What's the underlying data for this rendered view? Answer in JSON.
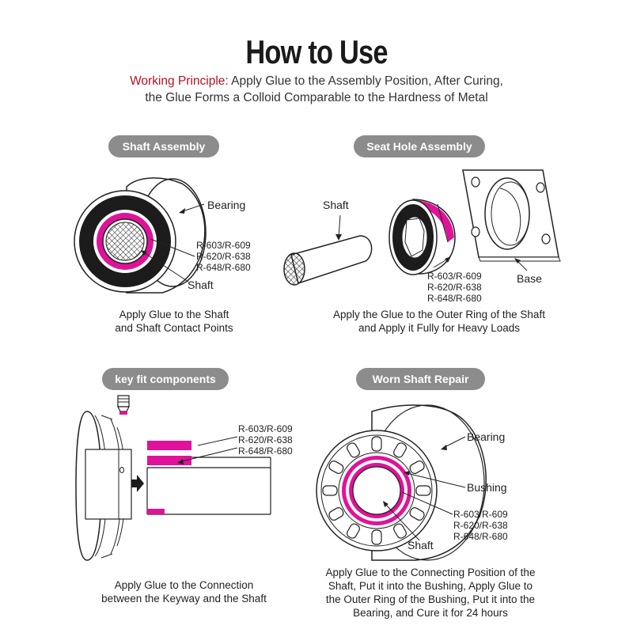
{
  "title": "How to Use",
  "principle": {
    "lead": "Working Principle:",
    "line1_rest": " Apply Glue to the Assembly Position, After Curing,",
    "line2": "the Glue Forms a Colloid Comparable to the Hardness of Metal"
  },
  "colors": {
    "accent": "#e0129a",
    "lead_text": "#b31224",
    "pill": "#8c8c8c"
  },
  "icons": [
    "bearing-icon",
    "shaft-icon",
    "base-plate-icon",
    "pulley-icon",
    "key-icon",
    "arrow-right-icon"
  ],
  "panels": {
    "shaft_assembly": {
      "pill": "Shaft Assembly",
      "label_bearing": "Bearing",
      "label_shaft": "Shaft",
      "codes": [
        "R-603/R-609",
        "R-620/R-638",
        "R-648/R-680"
      ],
      "caption": [
        "Apply Glue to the Shaft",
        "and Shaft Contact Points"
      ]
    },
    "seat_hole": {
      "pill": "Seat Hole Assembly",
      "label_shaft": "Shaft",
      "label_base": "Base",
      "codes": [
        "R-603/R-609",
        "R-620/R-638",
        "R-648/R-680"
      ],
      "caption": [
        "Apply the Glue to the Outer Ring of the Shaft",
        "and Apply it Fully for Heavy Loads"
      ]
    },
    "key_fit": {
      "pill": "key fit components",
      "codes": [
        "R-603/R-609",
        "R-620/R-638",
        "R-648/R-680"
      ],
      "caption": [
        "Apply Glue to the Connection",
        "between the Keyway and the Shaft"
      ]
    },
    "worn_shaft": {
      "pill": "Worn Shaft Repair",
      "label_bearing": "Bearing",
      "label_bushing": "Bushing",
      "label_shaft": "Shaft",
      "codes": [
        "R-603/R-609",
        "R-620/R-638",
        "R-648/R-680"
      ],
      "caption": [
        "Apply Glue to the Connecting Position of the",
        "Shaft, Put it into the Bushing, Apply Glue to",
        "the Outer Ring of the Bushing, Put it into the",
        "Bearing, and Cure it for 24 hours"
      ]
    }
  }
}
